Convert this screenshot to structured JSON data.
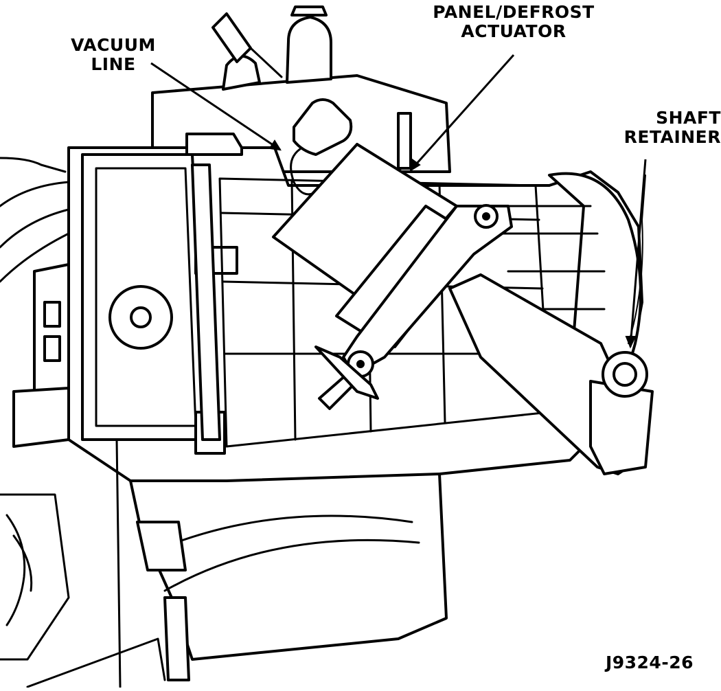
{
  "labels": {
    "vacuum_line": [
      "VACUUM",
      "LINE"
    ],
    "panel_defrost_actuator": [
      "PANEL/DEFROST",
      "ACTUATOR"
    ],
    "shaft_retainer": [
      "SHAFT",
      "RETAINER"
    ]
  },
  "figure_id": "J9324-26",
  "colors": {
    "ink": "#000000",
    "paper": "#ffffff"
  }
}
